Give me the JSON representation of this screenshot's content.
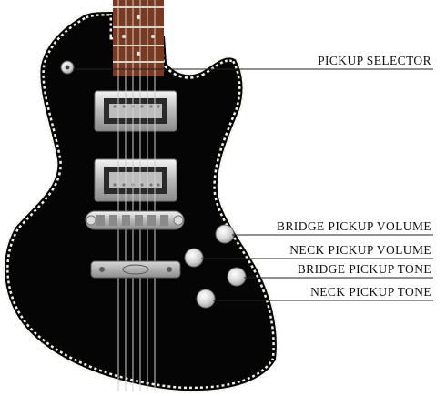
{
  "colors": {
    "body": "#050505",
    "binding_light": "#f2f1ea",
    "binding_dark": "#1a1a1a",
    "fretboard": "#7a3a22",
    "fret": "#d9d6c8",
    "chrome": "#c9c9c9",
    "knob": "#dedede",
    "leader": "#222222",
    "label_text": "#111111"
  },
  "callouts": [
    {
      "id": "pickup-selector",
      "label": "PICKUP SELECTOR"
    },
    {
      "id": "bridge-pickup-volume",
      "label": "BRIDGE PICKUP VOLUME"
    },
    {
      "id": "neck-pickup-volume",
      "label": "NECK PICKUP VOLUME"
    },
    {
      "id": "bridge-pickup-tone",
      "label": "BRIDGE PICKUP TONE"
    },
    {
      "id": "neck-pickup-tone",
      "label": "NECK PICKUP TONE"
    }
  ]
}
